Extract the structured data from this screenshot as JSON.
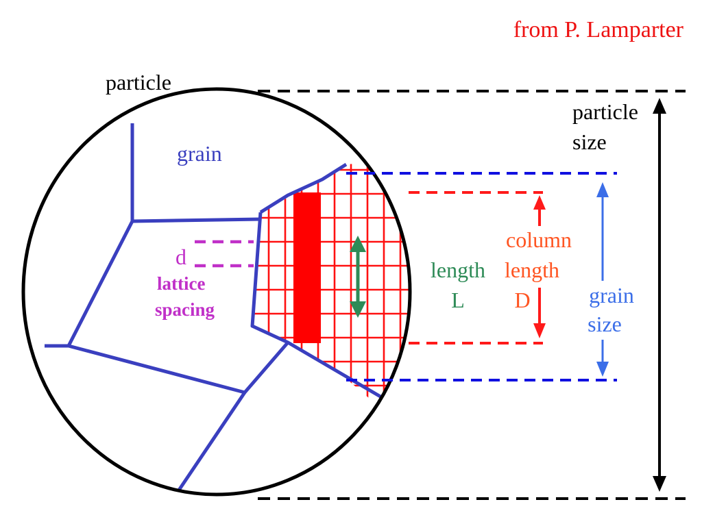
{
  "credit": "from P. Lamparter",
  "labels": {
    "particle": "particle",
    "particle_size_line1": "particle",
    "particle_size_line2": "size",
    "grain": "grain",
    "d": "d",
    "lattice_line1": "lattice",
    "lattice_line2": "spacing",
    "length_line1": "length",
    "length_line2": "L",
    "column_line1": "column",
    "column_line2": "length",
    "column_line3": "D",
    "grain_size_line1": "grain",
    "grain_size_line2": "size"
  },
  "colors": {
    "particle": "#000000",
    "grain_boundary": "#3a3fbf",
    "lattice": "#ff1010",
    "column": "#ff0000",
    "lattice_spacing": "#c030c8",
    "length": "#2e8b57",
    "column_length": "#ff1a1a",
    "grain_size": "#3b6ee8",
    "credit": "#ee1111",
    "column_label": "#ff5522"
  }
}
